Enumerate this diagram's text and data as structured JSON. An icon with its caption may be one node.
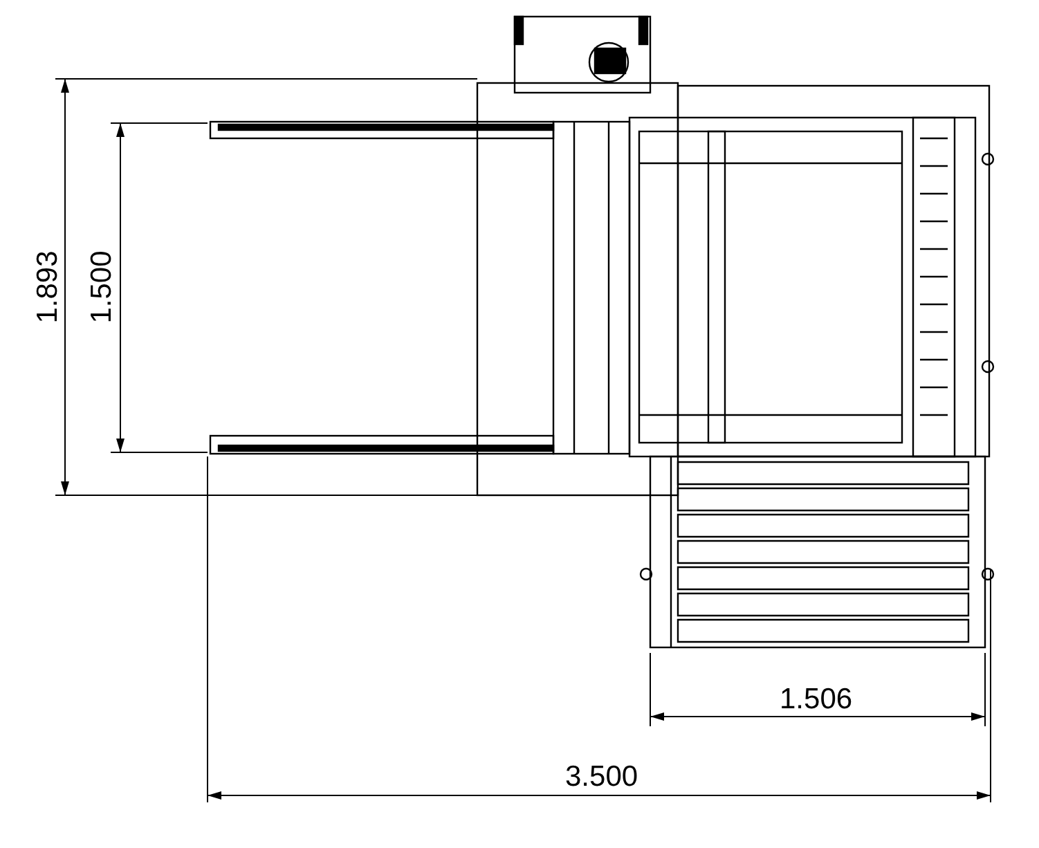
{
  "diagram": {
    "labels": [
      "1.893",
      "1.500",
      "1.506",
      "3.500"
    ]
  }
}
